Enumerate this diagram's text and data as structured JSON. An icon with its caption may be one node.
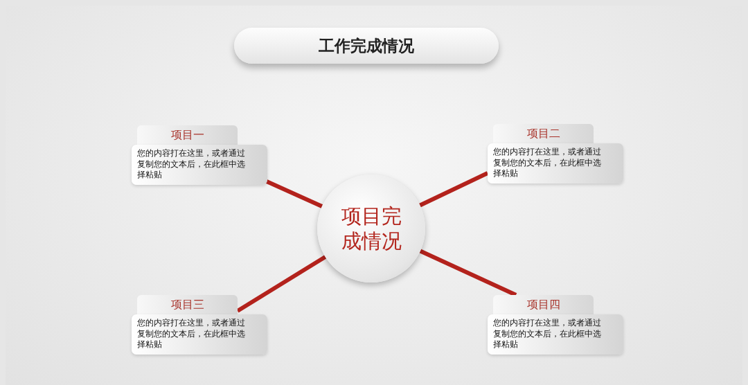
{
  "diagram": {
    "title": "工作完成情况",
    "nodes": [
      {
        "text": [
          "项目完成情况"
        ]
      },
      {
        "text": [
          "项目一",
          "您的内容打在这里，或者通过复制您的文本后，在此框中选择粘贴"
        ]
      },
      {
        "text": [
          "项目二",
          "您的内容打在这里，或者通过复制您的文本后，在此框中选择粘贴"
        ]
      },
      {
        "text": [
          "项目三",
          "您的内容打在这里，或者通过复制您的文本后，在此框中选择粘贴"
        ]
      },
      {
        "text": [
          "项目四",
          "您的内容打在这里，或者通过复制您的文本后，在此框中选择粘贴"
        ]
      }
    ],
    "edges": [
      {
        "from": 0,
        "to": 1,
        "arrow": "none"
      },
      {
        "from": 0,
        "to": 2,
        "arrow": "none"
      },
      {
        "from": 0,
        "to": 3,
        "arrow": "none"
      },
      {
        "from": 0,
        "to": 4,
        "arrow": "none"
      }
    ]
  }
}
